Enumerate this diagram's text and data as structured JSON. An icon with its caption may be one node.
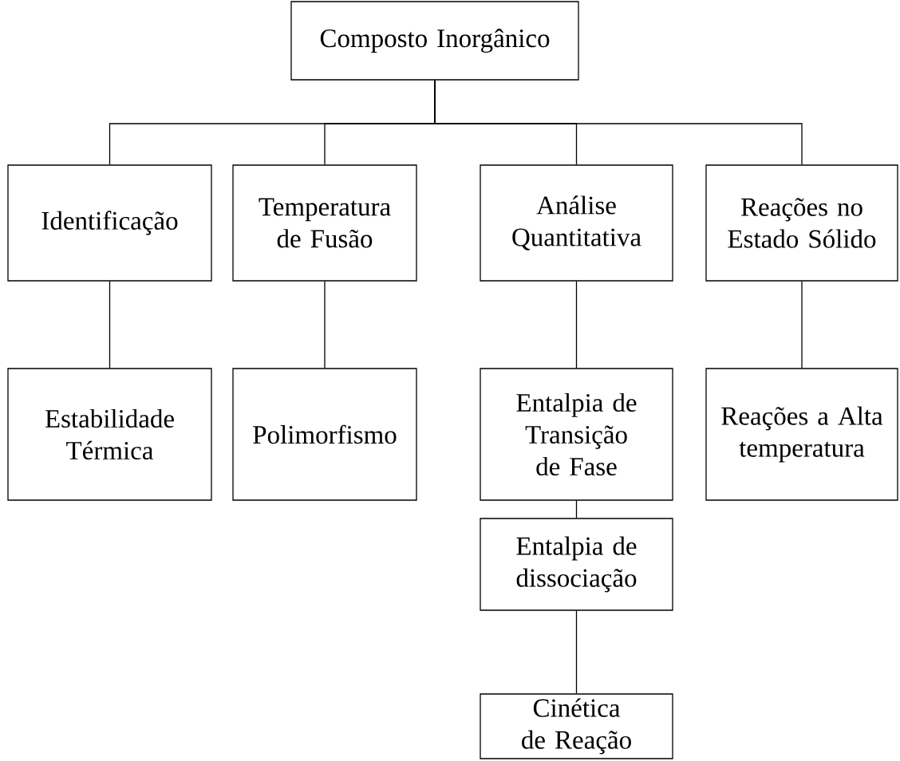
{
  "diagram": {
    "nodes": [
      {
        "text": [
          "Composto Inorgânico"
        ]
      },
      {
        "text": [
          "Identificação"
        ]
      },
      {
        "text": [
          "Temperatura de Fusão"
        ]
      },
      {
        "text": [
          "Análise Quantitativa"
        ]
      },
      {
        "text": [
          "Reações no Estado Sólido"
        ]
      },
      {
        "text": [
          "Estabilidade Térmica"
        ]
      },
      {
        "text": [
          "Polimorfismo"
        ]
      },
      {
        "text": [
          "Entalpia de Transição de Fase"
        ]
      },
      {
        "text": [
          "Reações a Alta temperatura"
        ]
      },
      {
        "text": [
          "Entalpia de dissociação"
        ]
      },
      {
        "text": [
          "Cinética de Reação"
        ]
      }
    ],
    "edges": [
      {
        "from": 0,
        "to": 1,
        "arrow": "none"
      },
      {
        "from": 0,
        "to": 2,
        "arrow": "none"
      },
      {
        "from": 0,
        "to": 3,
        "arrow": "none"
      },
      {
        "from": 0,
        "to": 4,
        "arrow": "none"
      },
      {
        "from": 1,
        "to": 5,
        "arrow": "none"
      },
      {
        "from": 2,
        "to": 6,
        "arrow": "none"
      },
      {
        "from": 3,
        "to": 7,
        "arrow": "none"
      },
      {
        "from": 4,
        "to": 8,
        "arrow": "none"
      },
      {
        "from": 7,
        "to": 9,
        "arrow": "none"
      },
      {
        "from": 9,
        "to": 10,
        "arrow": "none"
      }
    ]
  }
}
